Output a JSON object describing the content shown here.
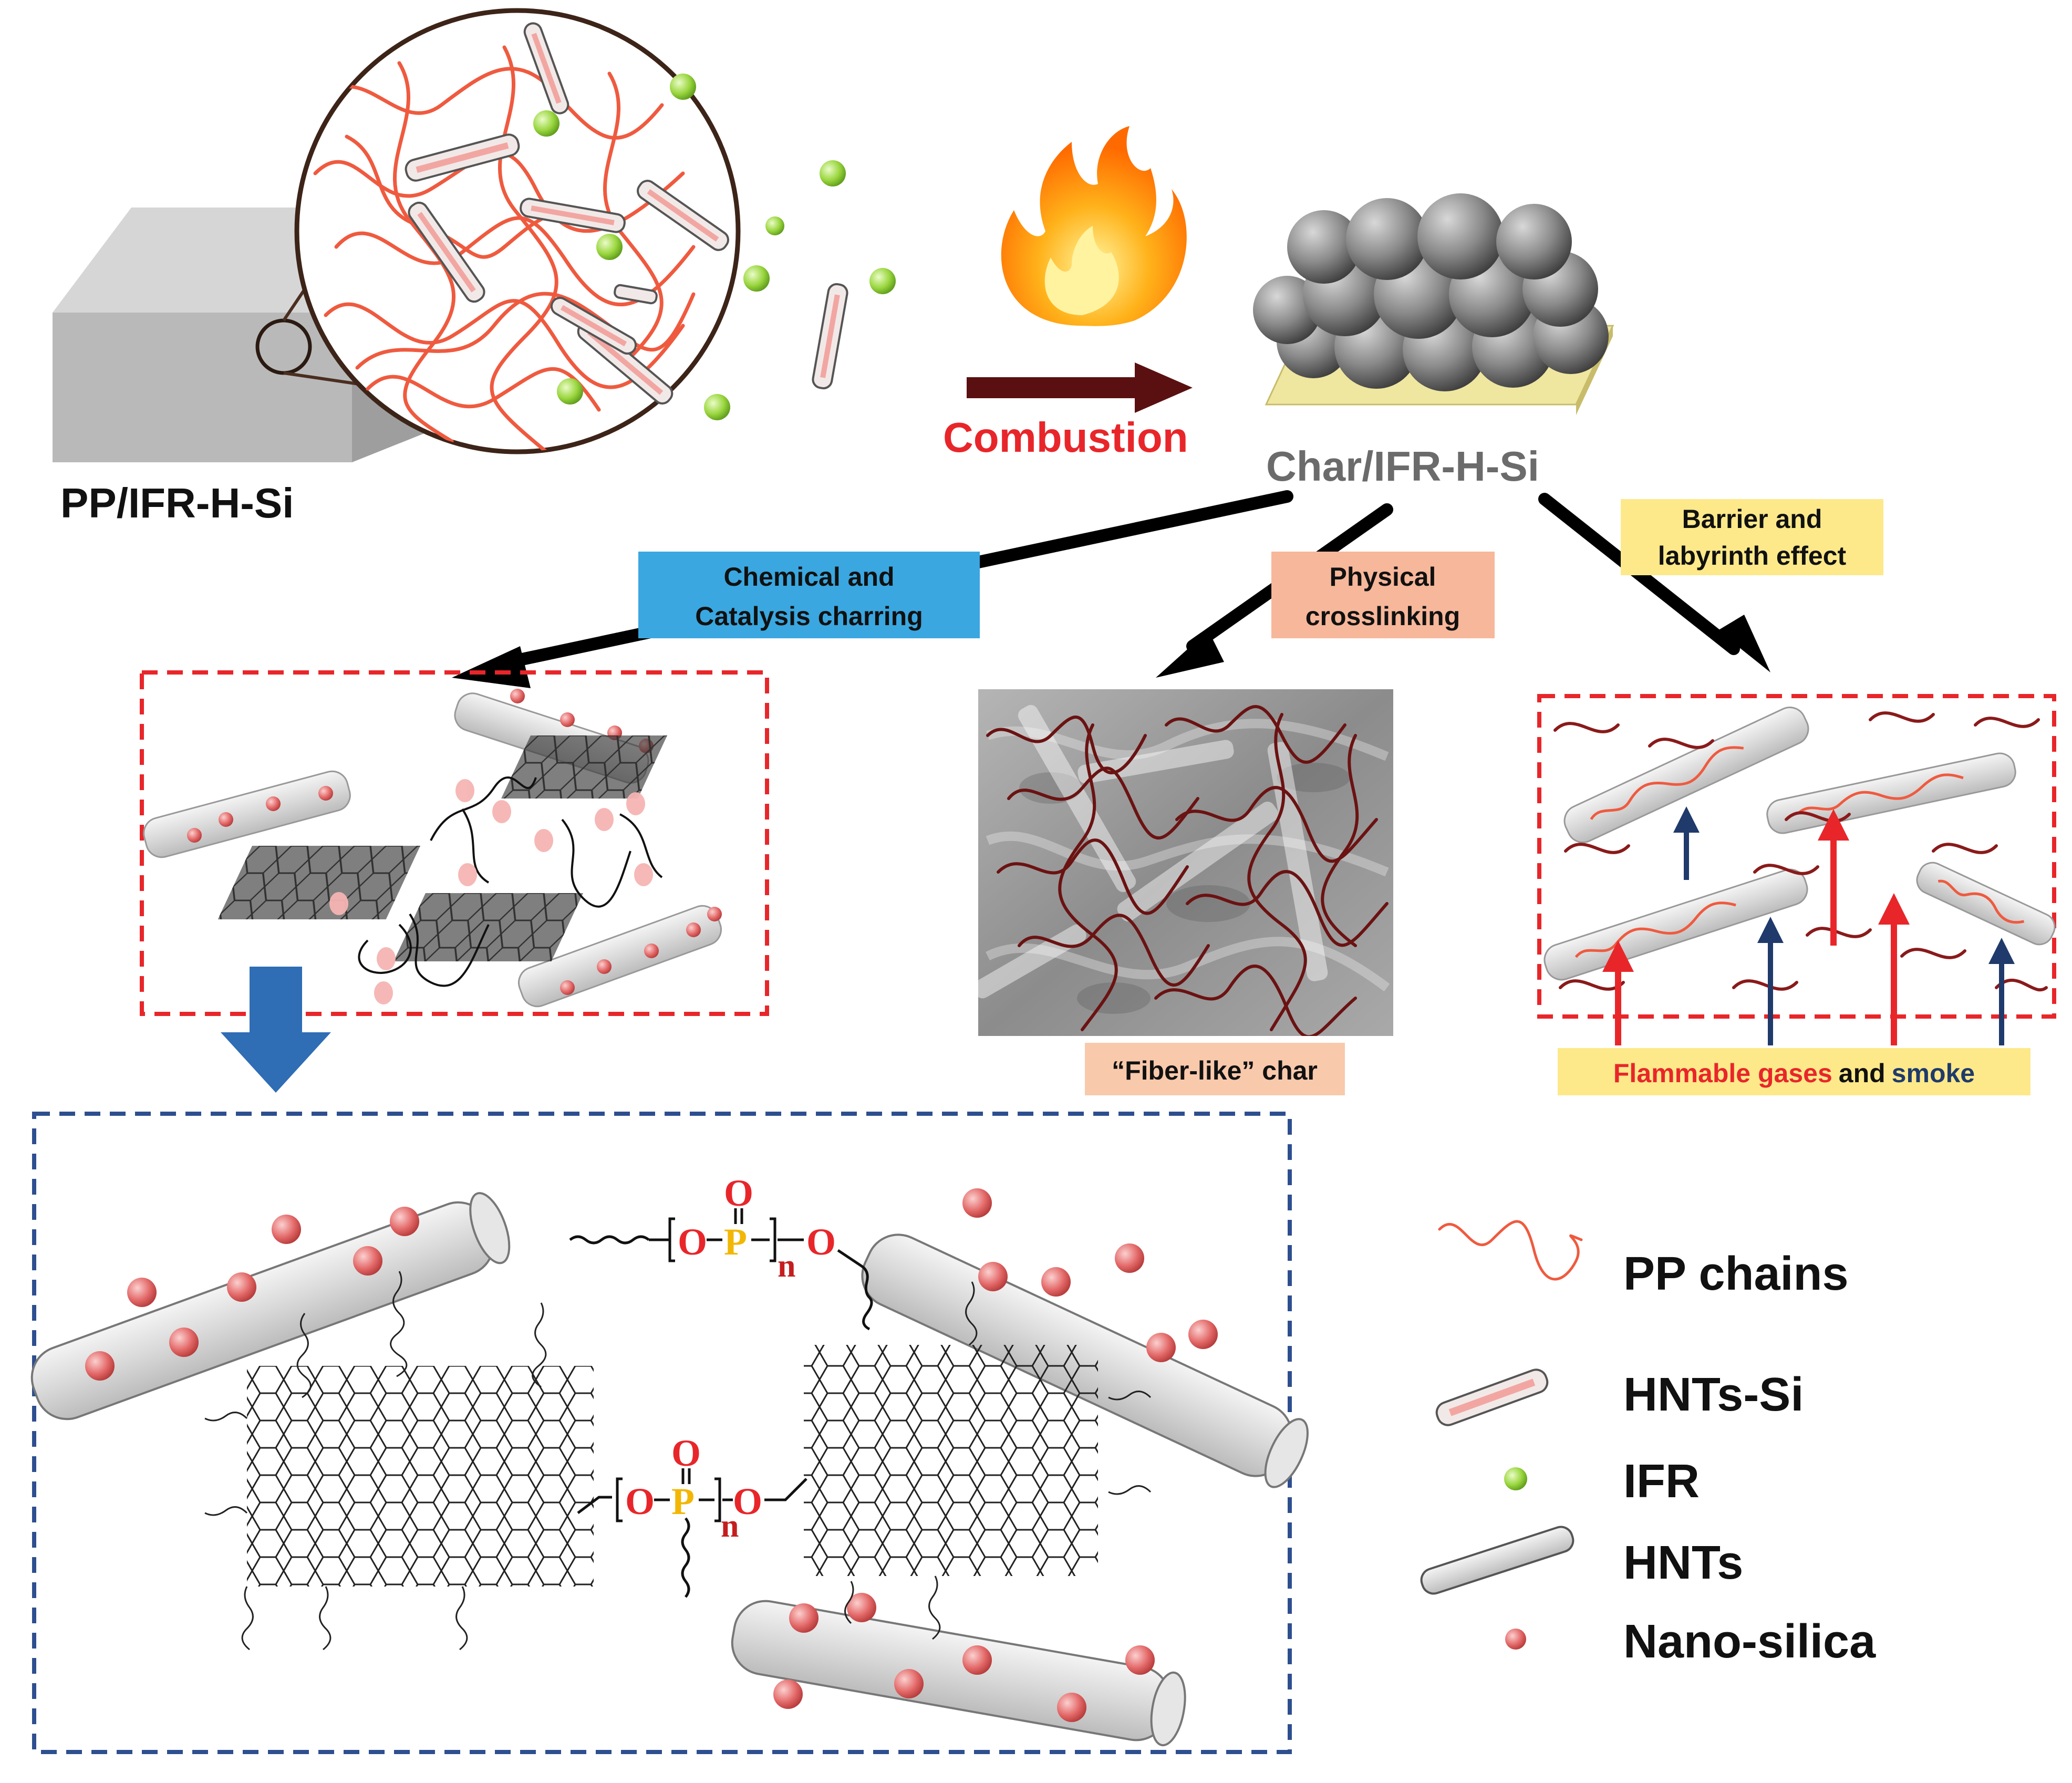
{
  "material_label": "PP/IFR-H-Si",
  "process_label": "Combustion",
  "char_label": "Char/IFR-H-Si",
  "mechanisms": [
    {
      "line1": "Chemical and",
      "line2": "Catalysis charring",
      "color": "#3aa7e0"
    },
    {
      "line1": "Physical",
      "line2": "crosslinking",
      "color": "#f7b79a"
    },
    {
      "line1": "Barrier and",
      "line2": "labyrinth effect",
      "color": "#fde98a"
    }
  ],
  "fiber_caption": "“Fiber-like” char",
  "gases_caption": {
    "part1": "Flammable gases",
    "part2": "and",
    "part3": "smoke"
  },
  "chem": {
    "O": "O",
    "P": "P",
    "n": "n"
  },
  "legend": [
    {
      "label": "PP chains",
      "icon": "pp-chain-icon"
    },
    {
      "label": "HNTs-Si",
      "icon": "hnts-si-icon"
    },
    {
      "label": "IFR",
      "icon": "ifr-icon"
    },
    {
      "label": "HNTs",
      "icon": "hnts-icon"
    },
    {
      "label": "Nano-silica",
      "icon": "nano-silica-icon"
    }
  ],
  "colors": {
    "pp_chain": "#ef5a3f",
    "ifr": "#8fd13b",
    "nano_silica": "#e46a6a",
    "dashed_red": "#e8262a",
    "dashed_blue": "#2e4f8f",
    "arrow_dark": "#5a1010",
    "combustion_text": "#e8262a"
  }
}
